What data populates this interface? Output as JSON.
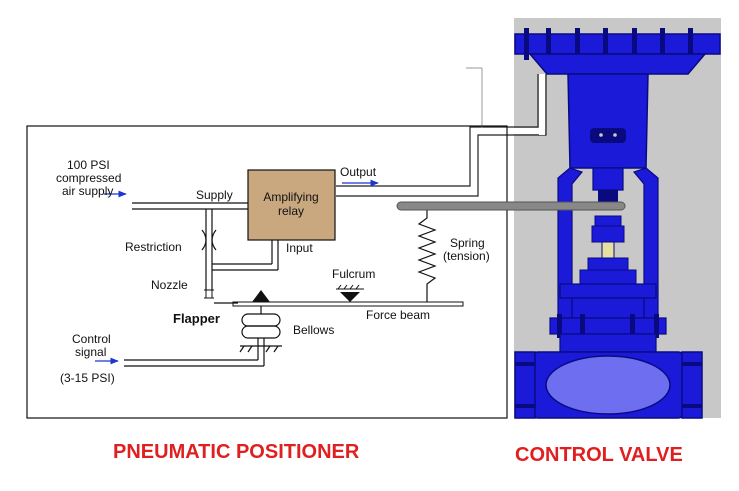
{
  "colors": {
    "relay_fill": "#c9a880",
    "valve_blue": "#1a1ad8",
    "valve_dark": "#0a0a80",
    "valve_bg": "#c8c8c8",
    "caption_red": "#e02020",
    "signal_arrow": "#1a35d0"
  },
  "positioner": {
    "supply_text": {
      "line1": "100 PSI",
      "line2": "compressed",
      "line3": "air supply"
    },
    "supply_label": "Supply",
    "relay": {
      "line1": "Amplifying",
      "line2": "relay"
    },
    "output_label": "Output",
    "input_label": "Input",
    "restriction_label": "Restriction",
    "nozzle_label": "Nozzle",
    "fulcrum_label": "Fulcrum",
    "spring": {
      "line1": "Spring",
      "line2": "(tension)"
    },
    "flapper_label": "Flapper",
    "bellows_label": "Bellows",
    "force_beam_label": "Force beam",
    "control": {
      "line1": "Control",
      "line2": "signal",
      "line3": "(3-15 PSI)"
    }
  },
  "captions": {
    "positioner": "PNEUMATIC POSITIONER",
    "valve": "CONTROL VALVE"
  }
}
